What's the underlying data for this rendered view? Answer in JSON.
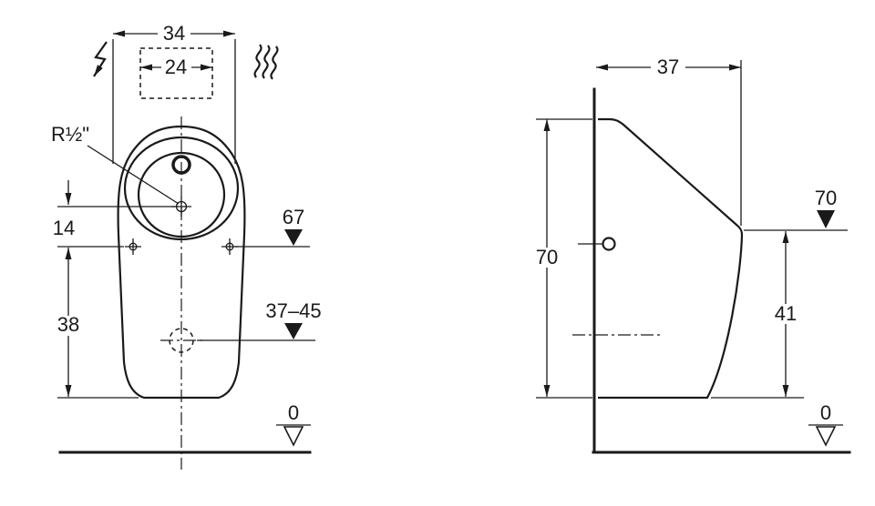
{
  "page": {
    "background_color": "#ffffff",
    "line_color": "#1a1a1a"
  },
  "front_view": {
    "dim_width_overall": "34",
    "dim_width_flush_unit": "24",
    "thread_label": "R½\"",
    "dim_inlet_to_fixing": "14",
    "dim_fixing_height_level": "67",
    "dim_fixing_to_bottom": "38",
    "dim_outlet_height_range": "37–45",
    "level_zero": "0"
  },
  "side_view": {
    "dim_depth": "37",
    "dim_height_overall": "70",
    "dim_top_front_level": "70",
    "dim_front_edge_height": "41",
    "level_zero": "0"
  },
  "icons": {
    "electrical": "electrical-connection-icon",
    "water": "water-supply-icon"
  }
}
